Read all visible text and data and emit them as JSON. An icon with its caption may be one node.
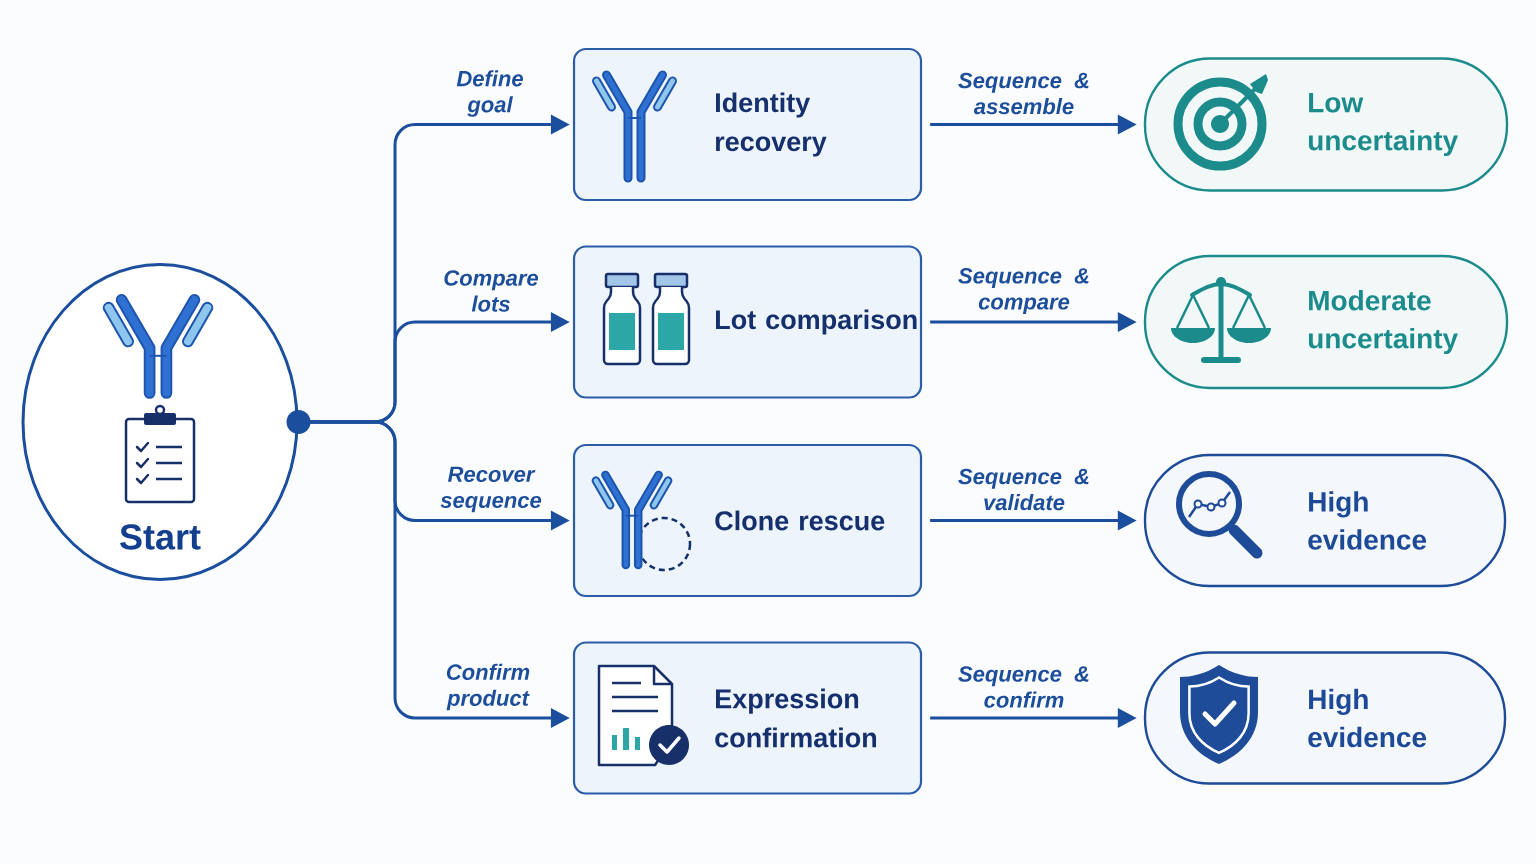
{
  "diagram": {
    "nodes": [
      {
        "text": [
          "Start"
        ]
      },
      {
        "text": [
          "Identity recovery"
        ]
      },
      {
        "text": [
          "Lot comparison"
        ]
      },
      {
        "text": [
          "Clone rescue"
        ]
      },
      {
        "text": [
          "Expression confirmation"
        ]
      },
      {
        "text": [
          "Low uncertainty"
        ]
      },
      {
        "text": [
          "Moderate uncertainty"
        ]
      },
      {
        "text": [
          "High evidence"
        ]
      },
      {
        "text": [
          "High evidence"
        ]
      }
    ],
    "edges": [
      {
        "from": 0,
        "to": 1,
        "arrow": "to",
        "label": "Define goal"
      },
      {
        "from": 0,
        "to": 2,
        "arrow": "to",
        "label": "Compare lots"
      },
      {
        "from": 0,
        "to": 3,
        "arrow": "to",
        "label": "Recover sequence"
      },
      {
        "from": 0,
        "to": 4,
        "arrow": "to",
        "label": "Confirm product"
      },
      {
        "from": 1,
        "to": 5,
        "arrow": "to",
        "label": "Sequence & assemble"
      },
      {
        "from": 2,
        "to": 6,
        "arrow": "to",
        "label": "Sequence & compare"
      },
      {
        "from": 3,
        "to": 7,
        "arrow": "to",
        "label": "Sequence & validate"
      },
      {
        "from": 4,
        "to": 8,
        "arrow": "to",
        "label": "Sequence & confirm"
      }
    ]
  }
}
